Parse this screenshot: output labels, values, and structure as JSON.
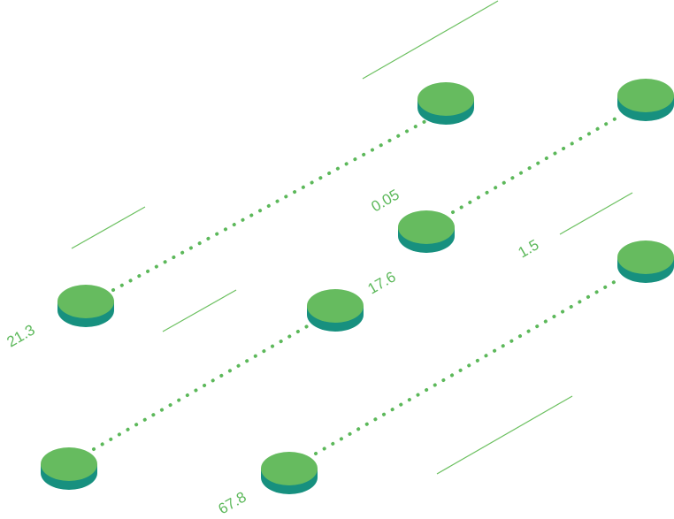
{
  "colors": {
    "node_top": "#66bb5f",
    "node_side": "#17907f",
    "dots": "#5cb85a",
    "lines": "#6cc060",
    "labels": "#5cb85a"
  },
  "labels": {
    "a": "21.3",
    "b": "0.05",
    "c": "1.5",
    "d": "17.6",
    "e": "67.8"
  }
}
